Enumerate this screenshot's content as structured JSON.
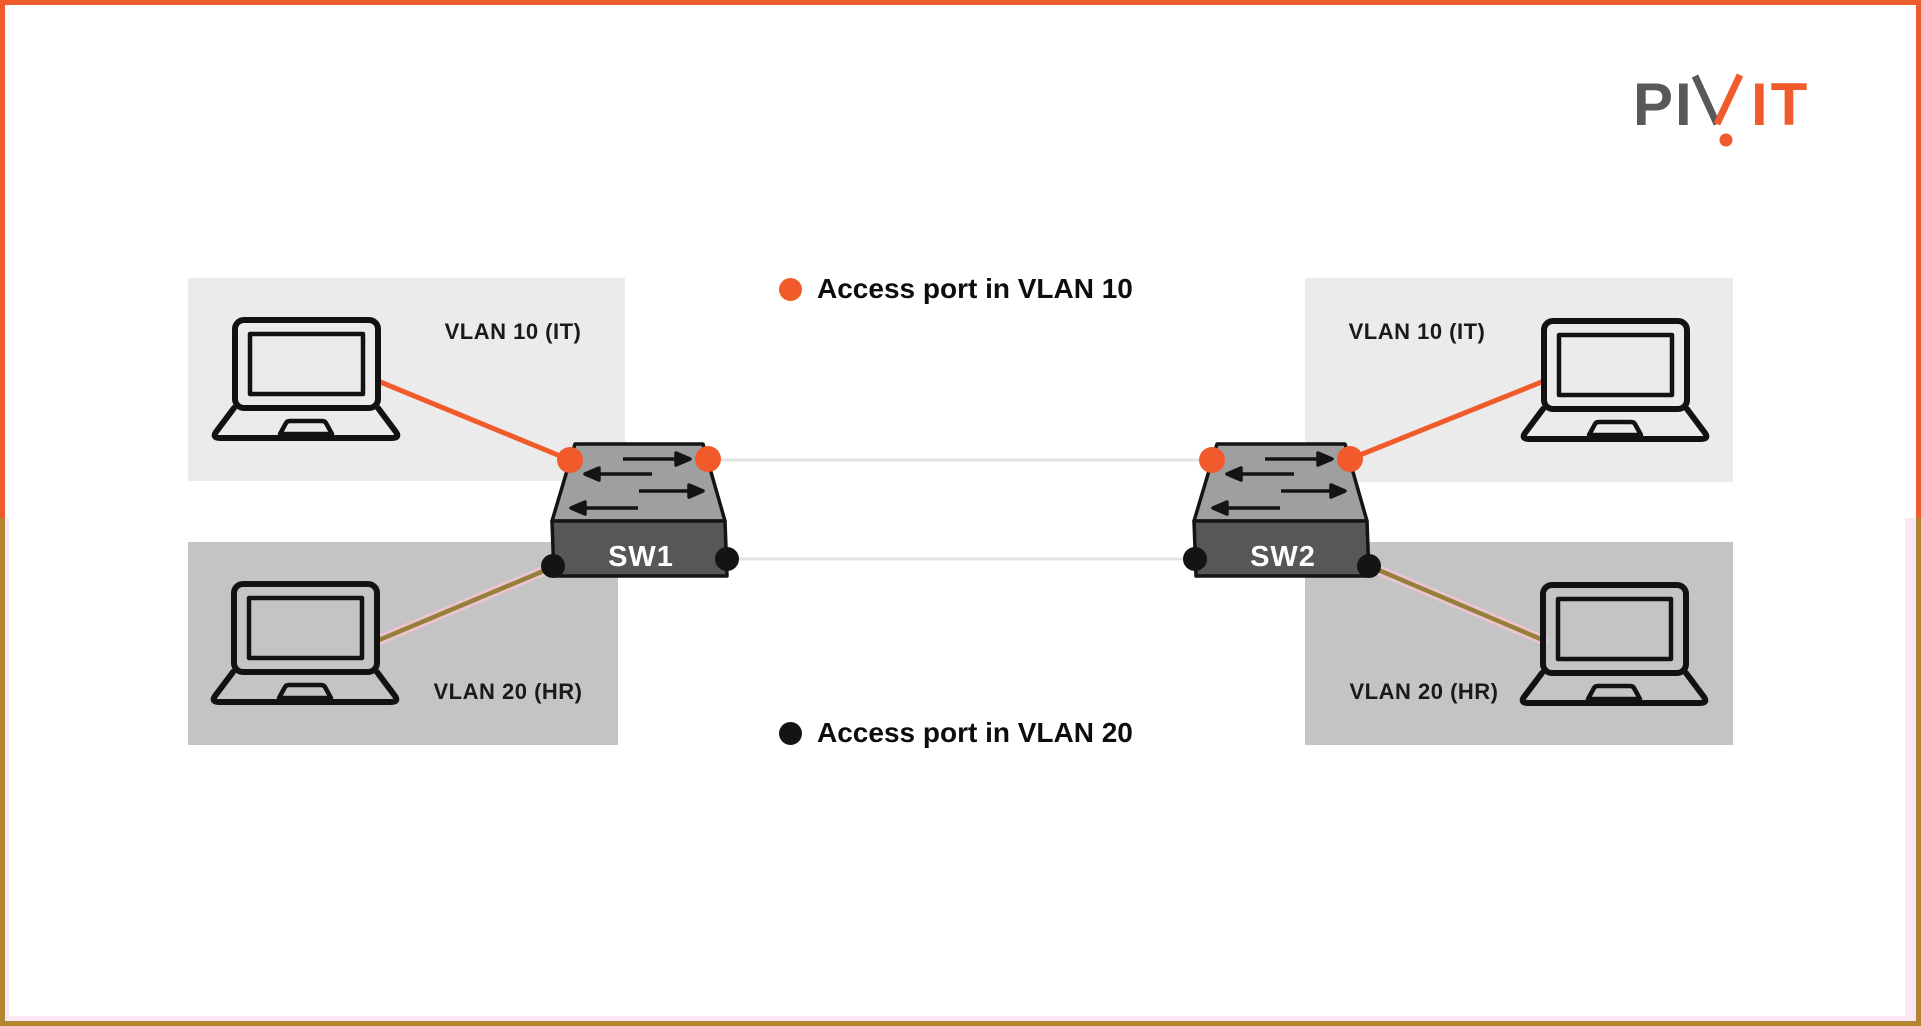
{
  "logo": {
    "prefix": "PI",
    "mark": "V",
    "suffix": "IT",
    "gray_color": "#58595b",
    "orange_color": "#f15b2b"
  },
  "legend": {
    "items": [
      {
        "label": "Access port in VLAN 10",
        "dot_color": "#f15b2b"
      },
      {
        "label": "Access port in VLAN 20",
        "dot_color": "#141414"
      }
    ]
  },
  "zones": {
    "top_left": {
      "label": "VLAN 10 (IT)",
      "background": "#ebebeb"
    },
    "bottom_left": {
      "label": "VLAN 20 (HR)",
      "background": "#c4c4c4"
    },
    "top_right": {
      "label": "VLAN 10 (IT)",
      "background": "#ebebeb"
    },
    "bottom_right": {
      "label": "VLAN 20 (HR)",
      "background": "#c4c4c4"
    }
  },
  "switches": {
    "left": {
      "name": "SW1"
    },
    "right": {
      "name": "SW2"
    }
  },
  "colors": {
    "accent_orange": "#ee5b2c",
    "border_bottom_olive": "#b1862e",
    "pink_fringe": "#fce7f4",
    "vlan10_link": "#f15b2b",
    "vlan20_link_core": "#94803a",
    "vlan20_link_halo": "#f6c3d2",
    "trunk_link": "#e2e2e2",
    "switch_top_face": "#9d9fa0",
    "switch_front_face": "#57575a",
    "vlan10_port_dot": "#f15b2b",
    "vlan20_port_dot": "#141414"
  }
}
